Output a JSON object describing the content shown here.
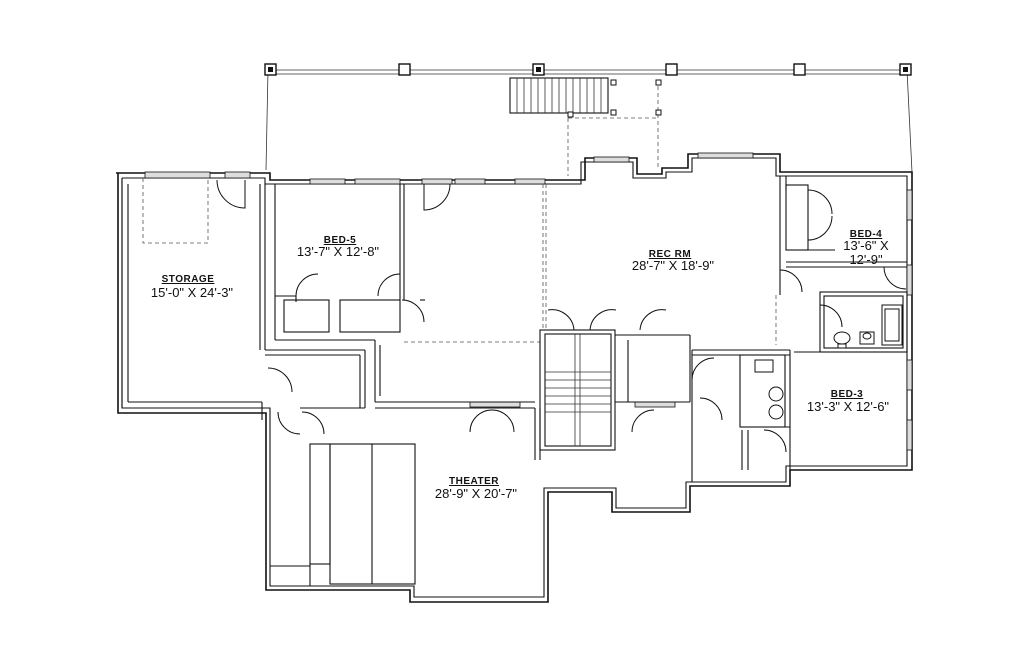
{
  "rooms": {
    "storage": {
      "name": "STORAGE",
      "dims": "15'-0\" X 24'-3\""
    },
    "bed5": {
      "name": "BED-5",
      "dims": "13'-7\" X 12'-8\""
    },
    "rec": {
      "name": "REC RM",
      "dims": "28'-7\" X 18'-9\""
    },
    "bed4": {
      "name": "BED-4",
      "dims1": "13'-6\" X",
      "dims2": "12'-9\""
    },
    "bed3": {
      "name": "BED-3",
      "dims": "13'-3\" X 12'-6\""
    },
    "theater": {
      "name": "THEATER",
      "dims": "28'-9\" X 20'-7\""
    }
  }
}
